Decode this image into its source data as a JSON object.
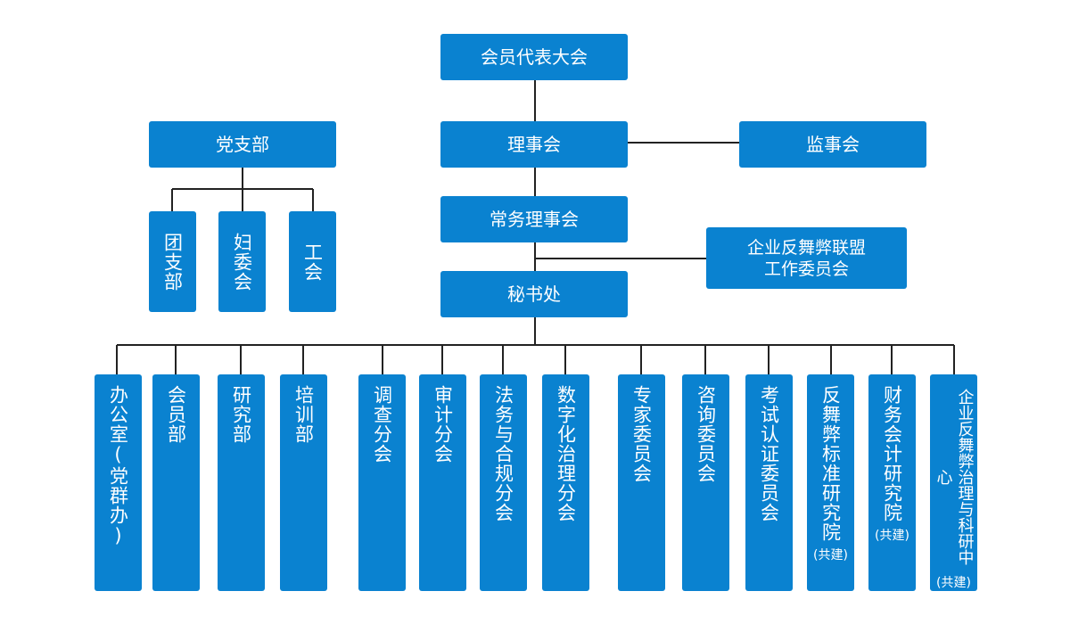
{
  "top": {
    "assembly": "会员代表大会",
    "council": "理事会",
    "supervisory": "监事会",
    "standing": "常务理事会",
    "alliance_line1": "企业反舞弊联盟",
    "alliance_line2": "工作委员会",
    "secretariat": "秘书处"
  },
  "party": {
    "branch": "党支部",
    "subs": [
      "团支部",
      "妇委会",
      "工会"
    ]
  },
  "departments": [
    {
      "label": "办公室(党群办)",
      "note": ""
    },
    {
      "label": "会员部",
      "note": ""
    },
    {
      "label": "研究部",
      "note": ""
    },
    {
      "label": "培训部",
      "note": ""
    },
    {
      "label": "调查分会",
      "note": ""
    },
    {
      "label": "审计分会",
      "note": ""
    },
    {
      "label": "法务与合规分会",
      "note": ""
    },
    {
      "label": "数字化治理分会",
      "note": ""
    },
    {
      "label": "专家委员会",
      "note": ""
    },
    {
      "label": "咨询委员会",
      "note": ""
    },
    {
      "label": "考试认证委员会",
      "note": ""
    },
    {
      "label": "反舞弊标准研究院",
      "note": "(共建)"
    },
    {
      "label": "财务会计研究院",
      "note": "(共建)"
    },
    {
      "label": "企业反舞弊治理与科研中心",
      "note": "(共建)"
    }
  ],
  "colors": {
    "box": "#0a82d0",
    "line": "#222222",
    "text": "#ffffff"
  }
}
